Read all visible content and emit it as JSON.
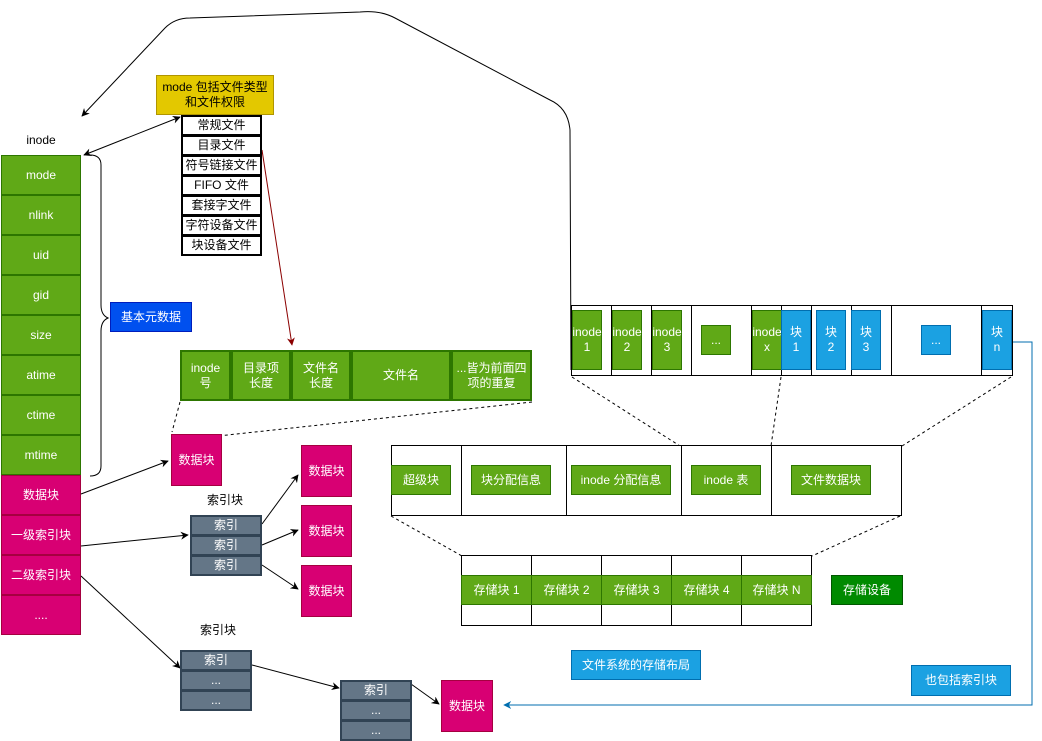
{
  "inode": {
    "title": "inode",
    "fields": [
      "mode",
      "nlink",
      "uid",
      "gid",
      "size",
      "atime",
      "ctime",
      "mtime"
    ],
    "pointers": [
      "数据块",
      "一级索引块",
      "二级索引块",
      "...."
    ],
    "brace_label": "基本元数据"
  },
  "mode_note": {
    "title": "mode 包括文件类型\n和文件权限",
    "file_types": [
      "常规文件",
      "目录文件",
      "符号链接文件",
      "FIFO 文件",
      "套接字文件",
      "字符设备文件",
      "块设备文件"
    ]
  },
  "dir_entry": {
    "fields": [
      "inode\n号",
      "目录项\n长度",
      "文件名\n长度",
      "文件名",
      "...皆为前面四\n项的重复"
    ]
  },
  "data_blocks": {
    "direct": "数据块",
    "level1_title": "索引块",
    "level1_entries": [
      "索引",
      "索引",
      "索引"
    ],
    "level1_targets": [
      "数据块",
      "数据块",
      "数据块"
    ],
    "level2_title": "索引块",
    "level2_entries": [
      "索引",
      "...",
      "..."
    ],
    "level2_sub_entries": [
      "索引",
      "...",
      "..."
    ],
    "level2_target": "数据块"
  },
  "inode_table": {
    "inodes": [
      "inode\n1",
      "inode\n2",
      "inode\n3",
      "...",
      "inode\nx"
    ],
    "blocks": [
      "块\n1",
      "块\n2",
      "块\n3",
      "...",
      "块\nn"
    ]
  },
  "fs_layout": {
    "sections": [
      "超级块",
      "块分配信息",
      "inode 分配信息",
      "inode 表",
      "文件数据块"
    ],
    "storage_blocks": [
      "存储块 1",
      "存储块 2",
      "存储块 3",
      "存储块 4",
      "存储块 N"
    ],
    "device_label": "存储设备",
    "caption": "文件系统的存储布局",
    "index_note": "也包括索引块"
  }
}
